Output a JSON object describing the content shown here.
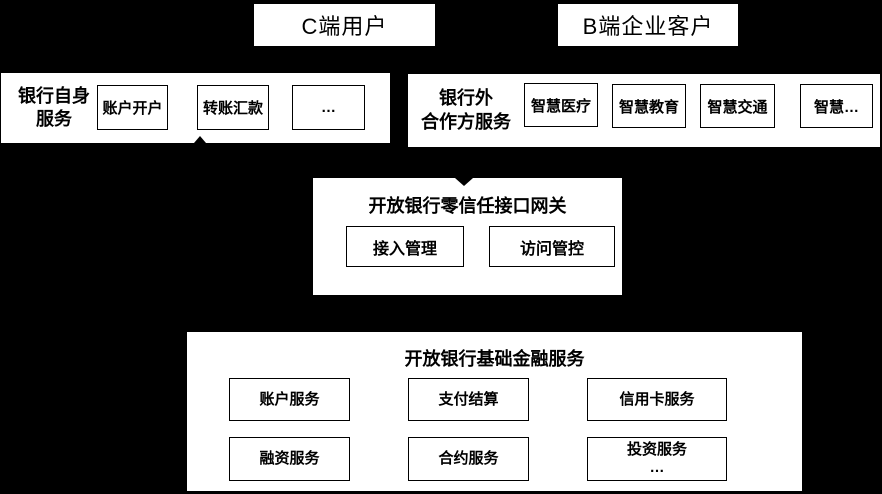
{
  "colors": {
    "background": "#000000",
    "box_fill": "#ffffff",
    "line_and_text": "#000000"
  },
  "actors": {
    "c_users": "C端用户",
    "b_customers": "B端企业客户"
  },
  "bank_self_panel": {
    "label_lines": [
      "银行自身",
      "服务"
    ],
    "items": [
      "账户开户",
      "转账汇款",
      "…"
    ]
  },
  "partner_panel": {
    "label_lines": [
      "银行外",
      "合作方服务"
    ],
    "items": [
      "智慧医疗",
      "智慧教育",
      "智慧交通",
      "智慧…"
    ]
  },
  "gateway": {
    "title": "开放银行零信任接口网关",
    "items": [
      "接入管理",
      "访问管控"
    ]
  },
  "core_services": {
    "title": "开放银行基础金融服务",
    "items": [
      "账户服务",
      "支付结算",
      "信用卡服务",
      "融资服务",
      "合约服务"
    ],
    "investment_lines": [
      "投资服务",
      "…"
    ]
  }
}
